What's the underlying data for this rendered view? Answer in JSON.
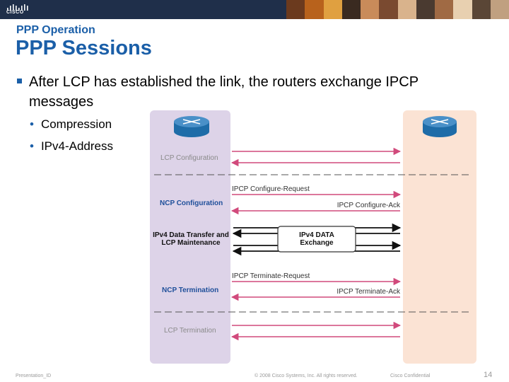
{
  "header": {
    "logo_text": "CISCO",
    "photo_strip_colors": [
      "#6b3a1e",
      "#b8621c",
      "#e0a040",
      "#3a2a20",
      "#c98b5a",
      "#7a4a30",
      "#d9b38c",
      "#4a3a30",
      "#a06a44",
      "#e8d0b0",
      "#5a4636",
      "#c0a080"
    ]
  },
  "slide": {
    "section": "PPP Operation",
    "title": "PPP Sessions",
    "bullet": "After LCP has established the link, the routers exchange IPCP messages",
    "sub_bullets": [
      "Compression",
      "IPv4-Address"
    ]
  },
  "diagram": {
    "left_panel_color": "#ddd3e8",
    "right_panel_color": "#fbe3d4",
    "arrow_color": "#d14a7c",
    "lcp_configuration": "LCP Configuration",
    "ipcp_configure_request": "IPCP Configure-Request",
    "ncp_configuration": "NCP Configuration",
    "ipcp_configure_ack": "IPCP Configure-Ack",
    "data_transfer_line1": "IPv4 Data Transfer and",
    "data_transfer_line2": "LCP Maintenance",
    "exchange_line1": "IPv4 DATA",
    "exchange_line2": "Exchange",
    "ipcp_terminate_request": "IPCP Terminate-Request",
    "ncp_termination": "NCP Termination",
    "ipcp_terminate_ack": "IPCP Terminate-Ack",
    "lcp_termination": "LCP Termination"
  },
  "footer": {
    "presentation_id": "Presentation_ID",
    "copyright": "© 2008 Cisco Systems, Inc. All rights reserved.",
    "confidential": "Cisco Confidential",
    "page_number": "14"
  }
}
